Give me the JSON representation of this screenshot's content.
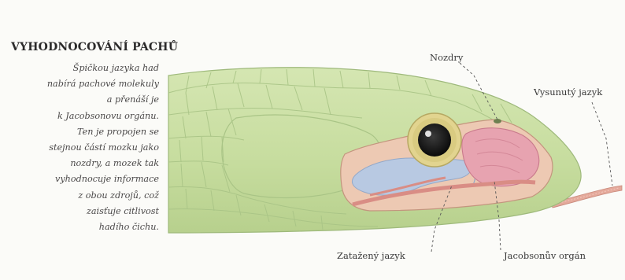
{
  "title": "VYHODNOCOVÁNÍ PACHŮ",
  "body_lines": [
    "Špičkou jazyka had",
    "nabírá pachové molekuly",
    "a přenáší je",
    "k Jacobsonovu orgánu.",
    "Ten je propojen se",
    "stejnou částí mozku jako",
    "nozdry, a mozek tak",
    "vyhodnocuje informace",
    "z obou zdrojů, což",
    "zaisťuje citlivost",
    "hadího čichu."
  ],
  "labels": {
    "nostrils": "Nozdry",
    "tongue_out": "Vysunutý jazyk",
    "tongue_in": "Zatažený jazyk",
    "jacobson": "Jacobsonův orgán"
  },
  "colors": {
    "skin": "#c9dfa2",
    "scale_lines": "#a9c486",
    "cutaway_bg": "#edc9b3",
    "cutaway_inner": "#d98d85",
    "jacobson_organ": "#e7a3b0",
    "nasal_cavity": "#b8c9e2",
    "eye_ring": "#e2d48f",
    "tongue": "#e4a99b"
  }
}
